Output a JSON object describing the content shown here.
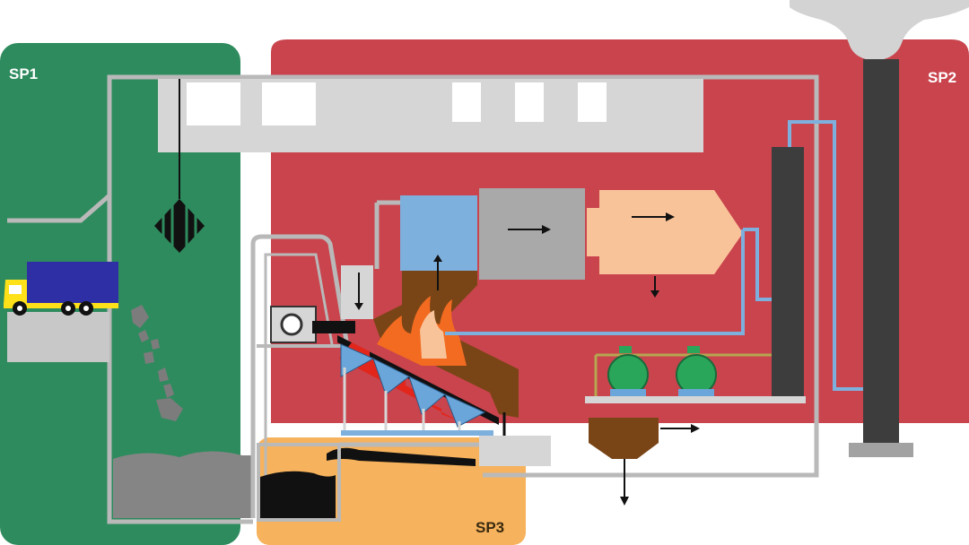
{
  "zones": [
    {
      "id": "sp1",
      "label": "SP1",
      "color": "#2e8b5e"
    },
    {
      "id": "sp2",
      "label": "SP2",
      "color": "#c9444d"
    },
    {
      "id": "sp3",
      "label": "SP3",
      "color": "#f6b25c"
    }
  ],
  "colors": {
    "duct_gray": "#b9b9b9",
    "structure_light": "#d6d6d6",
    "stack_dark": "#3d3d3d",
    "water_blue": "#7eb0de",
    "filter_gray": "#a9a9a9",
    "precipitator_orange": "#f9c39a",
    "ash_brown": "#7a4516",
    "fire_orange": "#f26b21",
    "truck_blue": "#2f2fa5",
    "truck_yellow": "#ffe11a",
    "tank_green": "#2aa65a",
    "grate_blue": "#6aa6da"
  },
  "icons": [
    "grab-claw-icon",
    "truck-icon",
    "fan-icon",
    "flame-icon",
    "arrow-icon"
  ]
}
